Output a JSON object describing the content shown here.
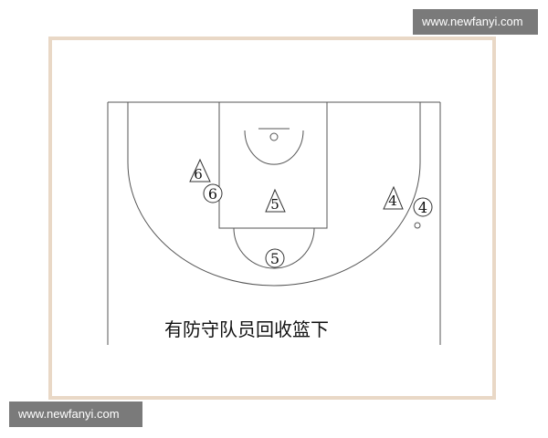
{
  "watermark_top": "www.newfanyi.com",
  "watermark_bottom": "www.newfanyi.com",
  "caption": "有防守队员回收篮下",
  "players": {
    "defender_6": "6",
    "offense_6": "6",
    "defender_5_lane": "5",
    "offense_5": "5",
    "defender_4": "4",
    "offense_4": "4"
  },
  "colors": {
    "frame": "#e9d8c6",
    "line": "#555555",
    "watermark_bg": "#7a7a7a"
  }
}
